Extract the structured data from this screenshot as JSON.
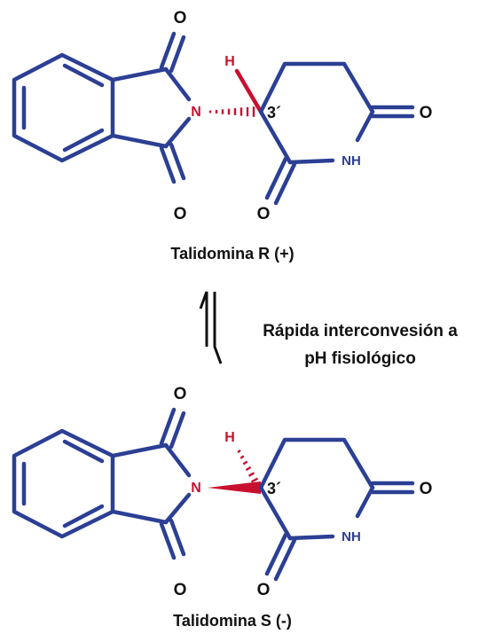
{
  "colors": {
    "bond": "#2b3f94",
    "stereo_bond": "#c8102e",
    "text": "#111111",
    "equilibrium": "#111111"
  },
  "molecule_r": {
    "caption": "Talidomina R (+)",
    "atoms": {
      "o_top": "O",
      "o_bottom": "O",
      "n": "N",
      "h": "H",
      "stereocenter": "3´",
      "o_right": "O",
      "nh": "NH",
      "o_lower": "O"
    },
    "stereo_bond": "hashed"
  },
  "molecule_s": {
    "caption": "Talidomina S (-)",
    "atoms": {
      "o_top": "O",
      "o_bottom": "O",
      "n": "N",
      "h": "H",
      "stereocenter": "3´",
      "o_right": "O",
      "nh": "NH",
      "o_lower": "O"
    },
    "stereo_bond": "wedge"
  },
  "equilibrium": {
    "icon": "equilibrium-arrows-icon",
    "label_line1": "Rápida interconvesión a",
    "label_line2": "pH fisiológico"
  }
}
